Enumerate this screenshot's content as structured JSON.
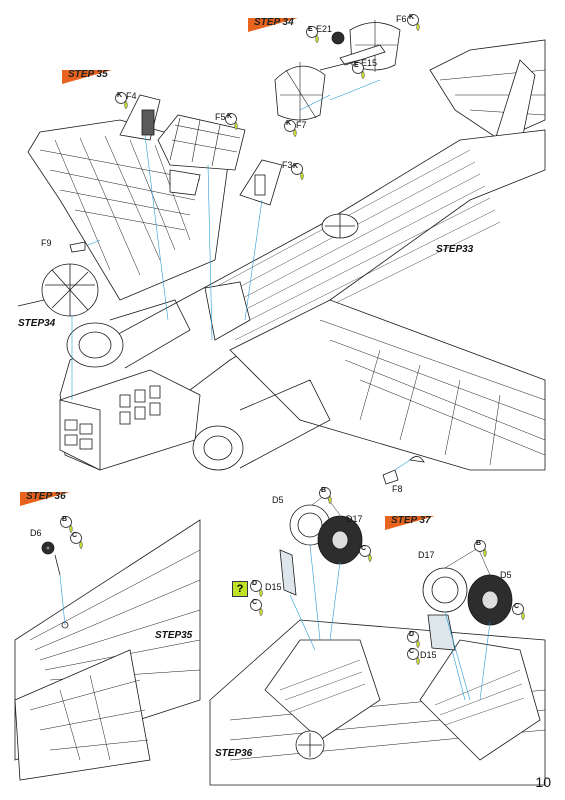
{
  "page_number": "10",
  "steps": {
    "s33": "STEP33",
    "s34_tab": "STEP 34",
    "s34_label": "STEP34",
    "s35_tab": "STEP 35",
    "s35_label": "STEP35",
    "s36_tab": "STEP 36",
    "s36_label": "STEP36",
    "s37_tab": "STEP 37"
  },
  "parts": {
    "E21": "E21",
    "F6": "F6",
    "E15": "E15",
    "F5": "F5",
    "F7": "F7",
    "F4": "F4",
    "F3": "F3",
    "F9": "F9",
    "F8": "F8",
    "D5a": "D5",
    "D17a": "D17",
    "D6": "D6",
    "D15a": "D15",
    "D17b": "D17",
    "D5b": "D5",
    "D15b": "D15"
  },
  "paint_codes": {
    "E": "E",
    "K": "K",
    "B": "B",
    "C": "C",
    "D": "D"
  },
  "help_mark": "?",
  "colors": {
    "flag": "#e8641e",
    "badge_fill": "#ffffff",
    "paint_drop": "#c8d82a",
    "glass": "#dde6ea",
    "tyre": "#2d2d2d",
    "line": "#1a1a1a",
    "leader": "#2a9bd6"
  }
}
